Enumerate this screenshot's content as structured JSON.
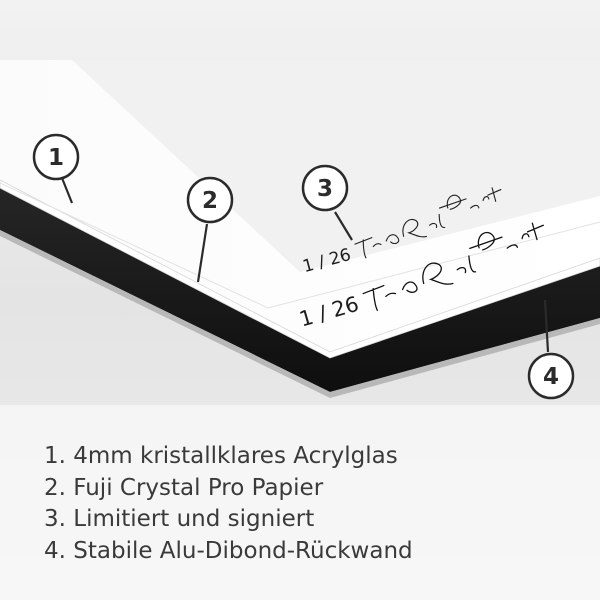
{
  "callouts": {
    "layer_1": "1",
    "layer_2": "2",
    "layer_3": "3",
    "layer_4": "4"
  },
  "print": {
    "edition_number": "1 / 26",
    "signature": "Tino Red Forest"
  },
  "legend": [
    "1. 4mm kristallklares Acrylglas",
    "2. Fuji Crystal Pro Papier",
    "3. Limitiert und signiert",
    "4. Stabile Alu-Dibond-Rückwand"
  ],
  "colors": {
    "background": "#e5e5e5",
    "acrylic_top": "#ffffff",
    "dibond_edge": "#1b1b1b",
    "callout_stroke": "#2b2b2b",
    "legend_text": "#3a3a3a"
  }
}
